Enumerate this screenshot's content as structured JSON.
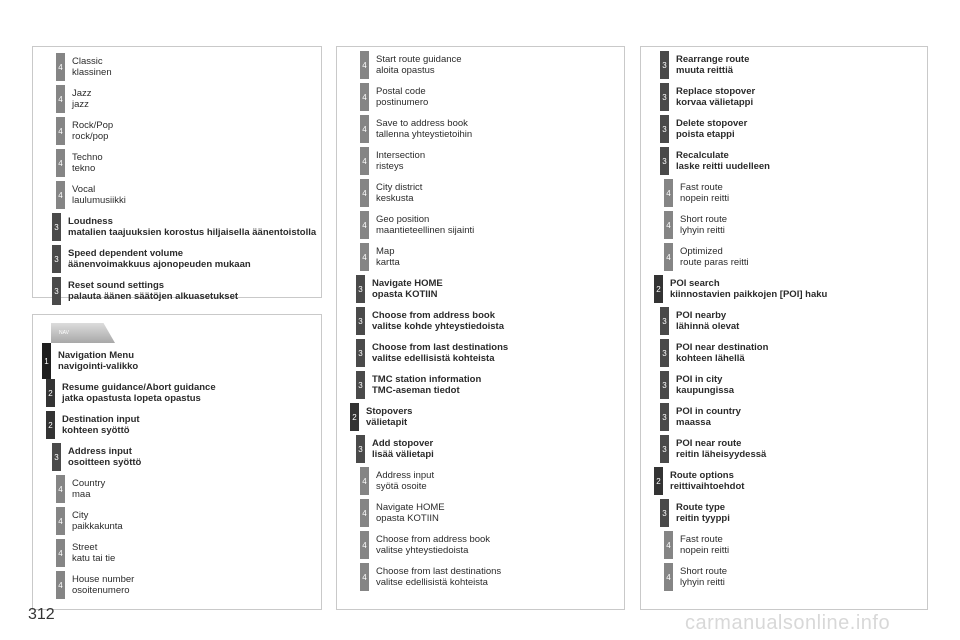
{
  "page_number": "312",
  "watermark": "carmanualsonline.info",
  "nav_button": "NAV",
  "panels": [
    {
      "entries": [
        {
          "level": "4",
          "en": "Classic",
          "fi": "klassinen",
          "bold": false
        },
        {
          "level": "4",
          "en": "Jazz",
          "fi": "jazz",
          "bold": false
        },
        {
          "level": "4",
          "en": "Rock/Pop",
          "fi": "rock/pop",
          "bold": false
        },
        {
          "level": "4",
          "en": "Techno",
          "fi": "tekno",
          "bold": false
        },
        {
          "level": "4",
          "en": "Vocal",
          "fi": "laulumusiikki",
          "bold": false
        },
        {
          "level": "3",
          "en": "Loudness",
          "fi": "matalien taajuuksien korostus hiljaisella äänentoistolla",
          "bold": true
        },
        {
          "level": "3",
          "en": "Speed dependent volume",
          "fi": "äänenvoimakkuus ajonopeuden mukaan",
          "bold": true
        },
        {
          "level": "3",
          "en": "Reset sound settings",
          "fi": "palauta äänen säätöjen alkuasetukset",
          "bold": true
        }
      ]
    },
    {
      "entries": [
        {
          "level": "1",
          "en": "Navigation Menu",
          "fi": "navigointi-valikko",
          "bold": true
        },
        {
          "level": "2",
          "en": "Resume guidance/Abort guidance",
          "fi": "jatka opastusta lopeta opastus",
          "bold": true
        },
        {
          "level": "2",
          "en": "Destination input",
          "fi": "kohteen syöttö",
          "bold": true
        },
        {
          "level": "3",
          "en": "Address input",
          "fi": "osoitteen syöttö",
          "bold": true
        },
        {
          "level": "4",
          "en": "Country",
          "fi": "maa",
          "bold": false
        },
        {
          "level": "4",
          "en": "City",
          "fi": "paikkakunta",
          "bold": false
        },
        {
          "level": "4",
          "en": "Street",
          "fi": "katu tai tie",
          "bold": false
        },
        {
          "level": "4",
          "en": "House number",
          "fi": "osoitenumero",
          "bold": false
        }
      ]
    },
    {
      "entries": [
        {
          "level": "4",
          "en": "Start route guidance",
          "fi": "aloita opastus",
          "bold": false
        },
        {
          "level": "4",
          "en": "Postal code",
          "fi": "postinumero",
          "bold": false
        },
        {
          "level": "4",
          "en": "Save to address book",
          "fi": "tallenna yhteystietoihin",
          "bold": false
        },
        {
          "level": "4",
          "en": "Intersection",
          "fi": "risteys",
          "bold": false
        },
        {
          "level": "4",
          "en": "City district",
          "fi": "keskusta",
          "bold": false
        },
        {
          "level": "4",
          "en": "Geo position",
          "fi": "maantieteellinen sijainti",
          "bold": false
        },
        {
          "level": "4",
          "en": "Map",
          "fi": "kartta",
          "bold": false
        },
        {
          "level": "3",
          "en": "Navigate HOME",
          "fi": "opasta KOTIIN",
          "bold": true
        },
        {
          "level": "3",
          "en": "Choose from address book",
          "fi": "valitse kohde yhteystiedoista",
          "bold": true
        },
        {
          "level": "3",
          "en": "Choose from last destinations",
          "fi": "valitse edellisistä kohteista",
          "bold": true
        },
        {
          "level": "3",
          "en": "TMC station information",
          "fi": "TMC-aseman tiedot",
          "bold": true
        },
        {
          "level": "2",
          "en": "Stopovers",
          "fi": "välietapit",
          "bold": true
        },
        {
          "level": "3",
          "en": "Add stopover",
          "fi": "lisää välietapi",
          "bold": true
        },
        {
          "level": "4",
          "en": "Address input",
          "fi": "syötä osoite",
          "bold": false
        },
        {
          "level": "4",
          "en": "Navigate HOME",
          "fi": "opasta KOTIIN",
          "bold": false
        },
        {
          "level": "4",
          "en": "Choose from address book",
          "fi": "valitse yhteystiedoista",
          "bold": false
        },
        {
          "level": "4",
          "en": "Choose from last destinations",
          "fi": "valitse edellisistä kohteista",
          "bold": false
        }
      ]
    },
    {
      "entries": [
        {
          "level": "3",
          "en": "Rearrange route",
          "fi": "muuta reittiä",
          "bold": true
        },
        {
          "level": "3",
          "en": "Replace stopover",
          "fi": "korvaa välietappi",
          "bold": true
        },
        {
          "level": "3",
          "en": "Delete stopover",
          "fi": "poista etappi",
          "bold": true
        },
        {
          "level": "3",
          "en": "Recalculate",
          "fi": "laske reitti uudelleen",
          "bold": true
        },
        {
          "level": "4",
          "en": "Fast route",
          "fi": "nopein reitti",
          "bold": false
        },
        {
          "level": "4",
          "en": "Short route",
          "fi": "lyhyin reitti",
          "bold": false
        },
        {
          "level": "4",
          "en": "Optimized",
          "fi": "route paras reitti",
          "bold": false
        },
        {
          "level": "2",
          "en": "POI search",
          "fi": "kiinnostavien paikkojen [POI] haku",
          "bold": true
        },
        {
          "level": "3",
          "en": "POI nearby",
          "fi": "lähinnä olevat",
          "bold": true
        },
        {
          "level": "3",
          "en": "POI near destination",
          "fi": "kohteen lähellä",
          "bold": true
        },
        {
          "level": "3",
          "en": "POI in city",
          "fi": "kaupungissa",
          "bold": true
        },
        {
          "level": "3",
          "en": "POI in country",
          "fi": "maassa",
          "bold": true
        },
        {
          "level": "3",
          "en": "POI near route",
          "fi": "reitin läheisyydessä",
          "bold": true
        },
        {
          "level": "2",
          "en": "Route options",
          "fi": "reittivaihtoehdot",
          "bold": true
        },
        {
          "level": "3",
          "en": "Route type",
          "fi": "reitin tyyppi",
          "bold": true
        },
        {
          "level": "4",
          "en": "Fast route",
          "fi": "nopein reitti",
          "bold": false
        },
        {
          "level": "4",
          "en": "Short route",
          "fi": "lyhyin reitti",
          "bold": false
        }
      ]
    }
  ]
}
